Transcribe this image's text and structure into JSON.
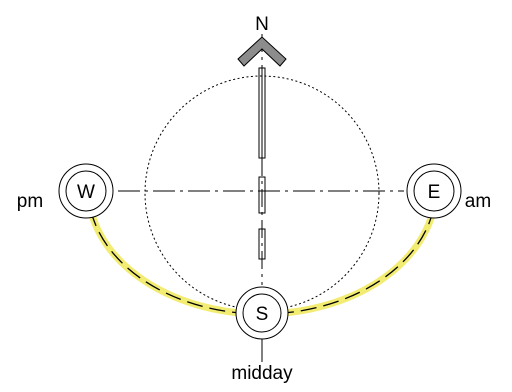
{
  "labels": {
    "north": "N",
    "west": "W",
    "east": "E",
    "south": "S",
    "pm": "pm",
    "am": "am",
    "midday": "midday"
  },
  "colors": {
    "sun_path": "#f2ec72",
    "arrow": "#8c8c8c",
    "line": "#000000"
  },
  "icons": {
    "north_arrow": "north-arrow-icon"
  }
}
